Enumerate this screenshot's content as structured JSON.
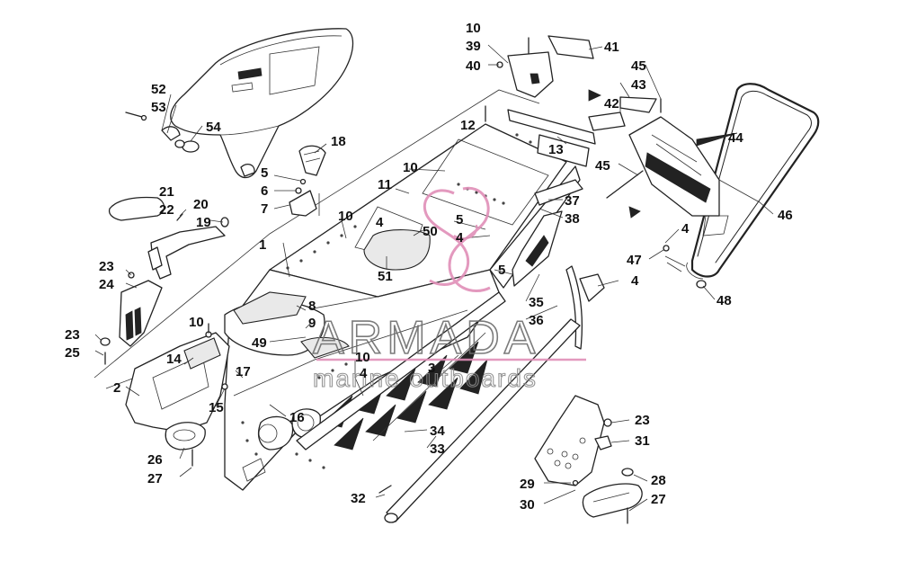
{
  "watermark": {
    "brand": "ARMADA",
    "tagline": "marine outboards",
    "accent_color": "#e08fb8"
  },
  "callouts": [
    {
      "id": "c52",
      "text": "52"
    },
    {
      "id": "c53",
      "text": "53"
    },
    {
      "id": "c54",
      "text": "54"
    },
    {
      "id": "c18",
      "text": "18"
    },
    {
      "id": "c5a",
      "text": "5"
    },
    {
      "id": "c6",
      "text": "6"
    },
    {
      "id": "c7",
      "text": "7"
    },
    {
      "id": "c21",
      "text": "21"
    },
    {
      "id": "c22",
      "text": "22"
    },
    {
      "id": "c20",
      "text": "20"
    },
    {
      "id": "c19",
      "text": "19"
    },
    {
      "id": "c1",
      "text": "1"
    },
    {
      "id": "c23a",
      "text": "23"
    },
    {
      "id": "c24",
      "text": "24"
    },
    {
      "id": "c10a",
      "text": "10"
    },
    {
      "id": "c23b",
      "text": "23"
    },
    {
      "id": "c25",
      "text": "25"
    },
    {
      "id": "c14",
      "text": "14"
    },
    {
      "id": "c2",
      "text": "2"
    },
    {
      "id": "c17",
      "text": "17"
    },
    {
      "id": "c15",
      "text": "15"
    },
    {
      "id": "c16",
      "text": "16"
    },
    {
      "id": "c26",
      "text": "26"
    },
    {
      "id": "c27a",
      "text": "27"
    },
    {
      "id": "c49",
      "text": "49"
    },
    {
      "id": "c8",
      "text": "8"
    },
    {
      "id": "c9",
      "text": "9"
    },
    {
      "id": "c10b",
      "text": "10"
    },
    {
      "id": "c4a",
      "text": "4"
    },
    {
      "id": "c3",
      "text": "3"
    },
    {
      "id": "c11",
      "text": "11"
    },
    {
      "id": "c10c",
      "text": "10"
    },
    {
      "id": "c4b",
      "text": "4"
    },
    {
      "id": "c50",
      "text": "50"
    },
    {
      "id": "c51",
      "text": "51"
    },
    {
      "id": "c5b",
      "text": "5"
    },
    {
      "id": "c4c",
      "text": "4"
    },
    {
      "id": "c10d",
      "text": "10"
    },
    {
      "id": "c10e",
      "text": "10"
    },
    {
      "id": "c39",
      "text": "39"
    },
    {
      "id": "c40",
      "text": "40"
    },
    {
      "id": "c41",
      "text": "41"
    },
    {
      "id": "c12",
      "text": "12"
    },
    {
      "id": "c13",
      "text": "13"
    },
    {
      "id": "c45a",
      "text": "45"
    },
    {
      "id": "c43",
      "text": "43"
    },
    {
      "id": "c42",
      "text": "42"
    },
    {
      "id": "c44",
      "text": "44"
    },
    {
      "id": "c45b",
      "text": "45"
    },
    {
      "id": "c37",
      "text": "37"
    },
    {
      "id": "c38",
      "text": "38"
    },
    {
      "id": "c46",
      "text": "46"
    },
    {
      "id": "c4d",
      "text": "4"
    },
    {
      "id": "c47",
      "text": "47"
    },
    {
      "id": "c48",
      "text": "48"
    },
    {
      "id": "c5c",
      "text": "5"
    },
    {
      "id": "c4e",
      "text": "4"
    },
    {
      "id": "c35",
      "text": "35"
    },
    {
      "id": "c36",
      "text": "36"
    },
    {
      "id": "c34",
      "text": "34"
    },
    {
      "id": "c33",
      "text": "33"
    },
    {
      "id": "c32",
      "text": "32"
    },
    {
      "id": "c23c",
      "text": "23"
    },
    {
      "id": "c31",
      "text": "31"
    },
    {
      "id": "c28",
      "text": "28"
    },
    {
      "id": "c29",
      "text": "29"
    },
    {
      "id": "c30",
      "text": "30"
    },
    {
      "id": "c27b",
      "text": "27"
    }
  ]
}
